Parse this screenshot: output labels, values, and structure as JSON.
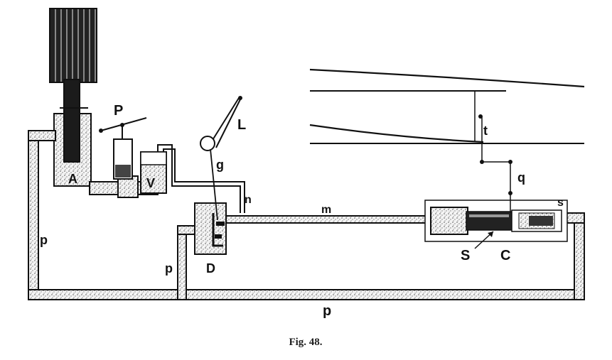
{
  "figure": {
    "caption": "Fig. 48.",
    "labels": {
      "A": "A",
      "P": "P",
      "V": "V",
      "L": "L",
      "g": "g",
      "n": "n",
      "m": "m",
      "t": "t",
      "q": "q",
      "s": "s",
      "S": "S",
      "C": "C",
      "D": "D",
      "p_left": "p",
      "p_mid": "p",
      "p_bottom": "p"
    }
  }
}
